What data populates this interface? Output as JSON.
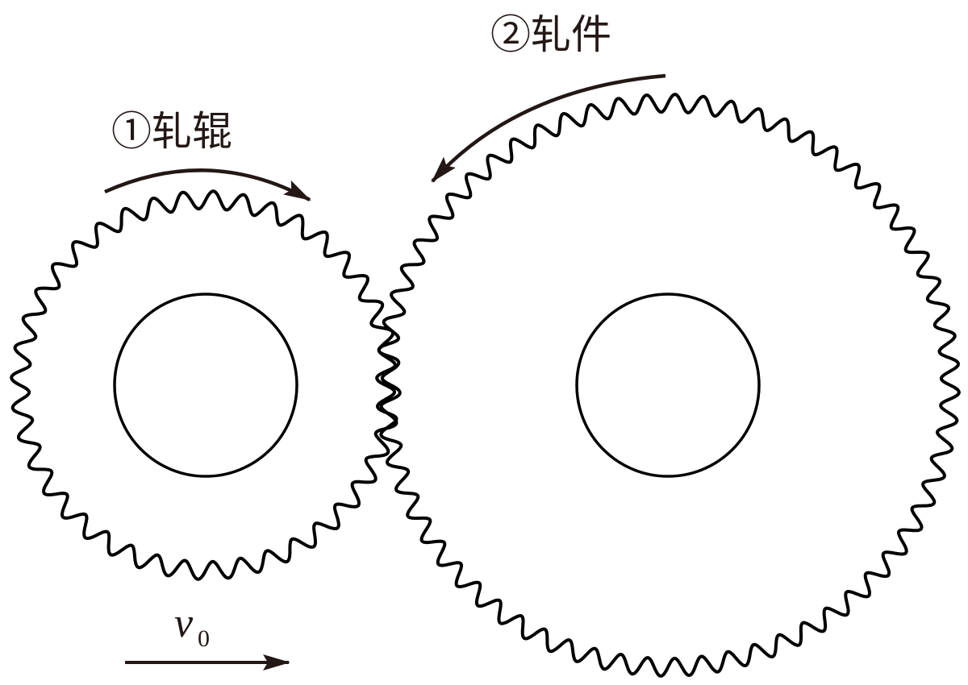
{
  "labels": {
    "roller": "①轧辊",
    "workpiece": "②轧件",
    "velocity_symbol": "v",
    "velocity_subscript": "0"
  },
  "gears": [
    {
      "name": "roller",
      "teeth": 40
    },
    {
      "name": "workpiece",
      "teeth": 64
    }
  ],
  "colors": {
    "stroke": "#000000",
    "arrow": "#231815"
  }
}
